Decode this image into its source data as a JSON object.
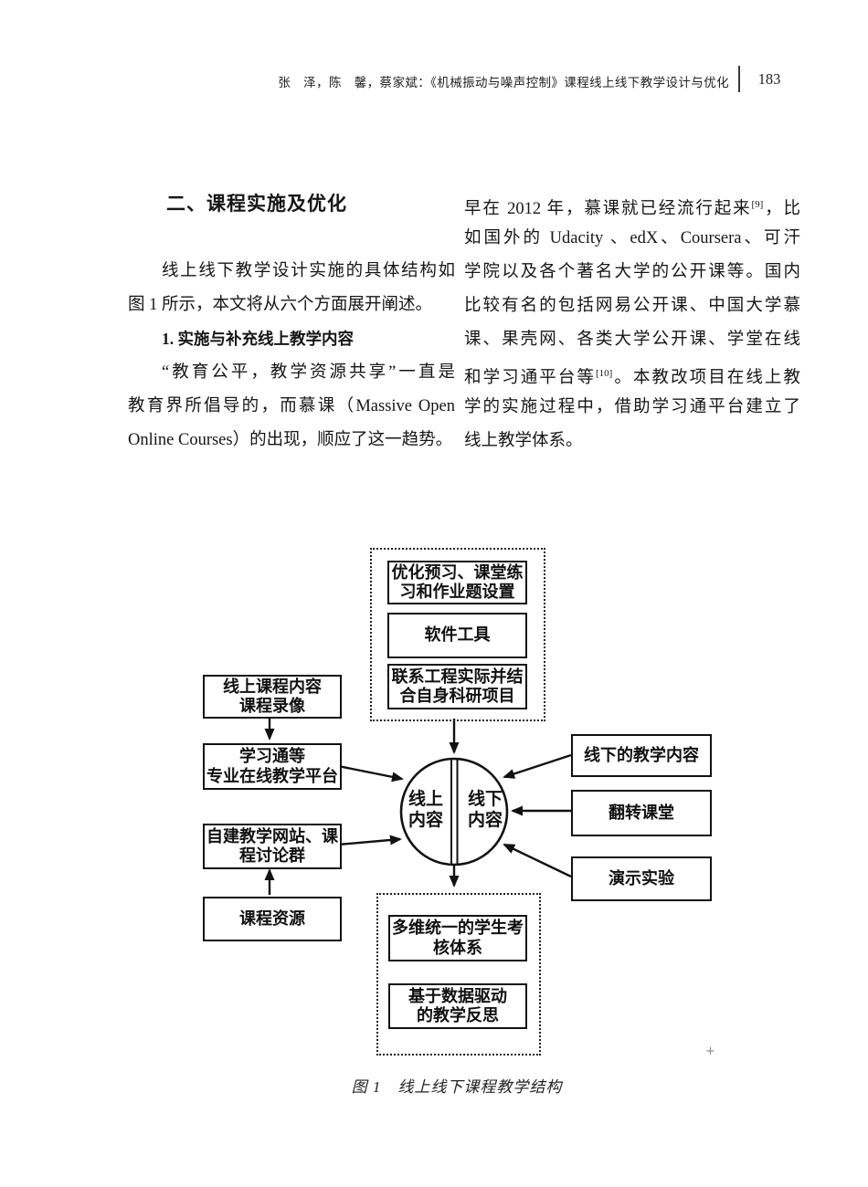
{
  "header": {
    "title": "张　泽，陈　馨，蔡家斌：《机械振动与噪声控制》课程线上线下教学设计与优化",
    "page_number": "183"
  },
  "left_column": {
    "section_heading": "二、课程实施及优化",
    "para1_line1": "线上线下教学设计实施的具体结构如",
    "para1_line2": "图 1 所示，本文将从六个方面展开阐述。",
    "subheading": "1. 实施与补充线上教学内容",
    "para2_line1": "“教育公平，教学资源共享”一直是",
    "para2_line2": "教育界所倡导的，而慕课（Massive Open",
    "para2_line3": "Online Courses）的出现，顺应了这一趋势。"
  },
  "right_column": {
    "line1a": "早在 2012 年，慕课就已经流行起来",
    "line1_sup": "[9]",
    "line1b": "，比",
    "line2": "如国外的 Udacity 、edX、Coursera、可汗",
    "line3": "学院以及各个著名大学的公开课等。国内",
    "line4": "比较有名的包括网易公开课、中国大学慕",
    "line5": "课、果壳网、各类大学公开课、学堂在线",
    "line6a": "和学习通平台等",
    "line6_sup": "[10]",
    "line6b": "。本教改项目在线上教",
    "line7": "学的实施过程中，借助学习通平台建立了",
    "line8": "线上教学体系。"
  },
  "diagram": {
    "top_box1_line1": "优化预习、课堂练",
    "top_box1_line2": "习和作业题设置",
    "top_box2": "软件工具",
    "top_box3_line1": "联系工程实际并结",
    "top_box3_line2": "合自身科研项目",
    "left_box1_line1": "线上课程内容",
    "left_box1_line2": "课程录像",
    "left_box2_line1": "学习通等",
    "left_box2_line2": "专业在线教学平台",
    "left_box3_line1": "自建教学网站、课",
    "left_box3_line2": "程讨论群",
    "left_box4": "课程资源",
    "right_box1": "线下的教学内容",
    "right_box2": "翻转课堂",
    "right_box3": "演示实验",
    "circle_left_line1": "线上",
    "circle_left_line2": "内容",
    "circle_right_line1": "线下",
    "circle_right_line2": "内容",
    "bottom_box1_line1": "多维统一的学生考",
    "bottom_box1_line2": "核体系",
    "bottom_box2_line1": "基于数据驱动",
    "bottom_box2_line2": "的教学反思",
    "line_color": "#111111"
  },
  "caption": "图 1　线上线下课程教学结构",
  "anchor_mark": "+"
}
